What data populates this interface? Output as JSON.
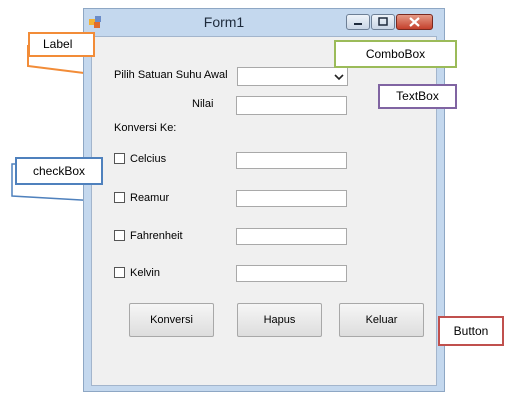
{
  "window": {
    "title": "Form1"
  },
  "form": {
    "source_unit_label": "Pilih Satuan Suhu Awal",
    "value_label": "Nilai",
    "convert_to_label": "Konversi Ke:",
    "source_unit_value": "",
    "value_input": "",
    "checks": [
      {
        "label": "Celcius",
        "checked": false,
        "output": ""
      },
      {
        "label": "Reamur",
        "checked": false,
        "output": ""
      },
      {
        "label": "Fahrenheit",
        "checked": false,
        "output": ""
      },
      {
        "label": "Kelvin",
        "checked": false,
        "output": ""
      }
    ],
    "buttons": {
      "convert": "Konversi",
      "clear": "Hapus",
      "exit": "Keluar"
    }
  },
  "annotations": {
    "label": "Label",
    "combobox": "ComboBox",
    "textbox": "TextBox",
    "checkbox": "checkBox",
    "button": "Button"
  },
  "colors": {
    "label_callout": "#f28c38",
    "combobox_callout": "#9bbb59",
    "textbox_callout": "#8064a2",
    "checkbox_callout": "#4f81bd",
    "button_callout": "#c0504d"
  }
}
